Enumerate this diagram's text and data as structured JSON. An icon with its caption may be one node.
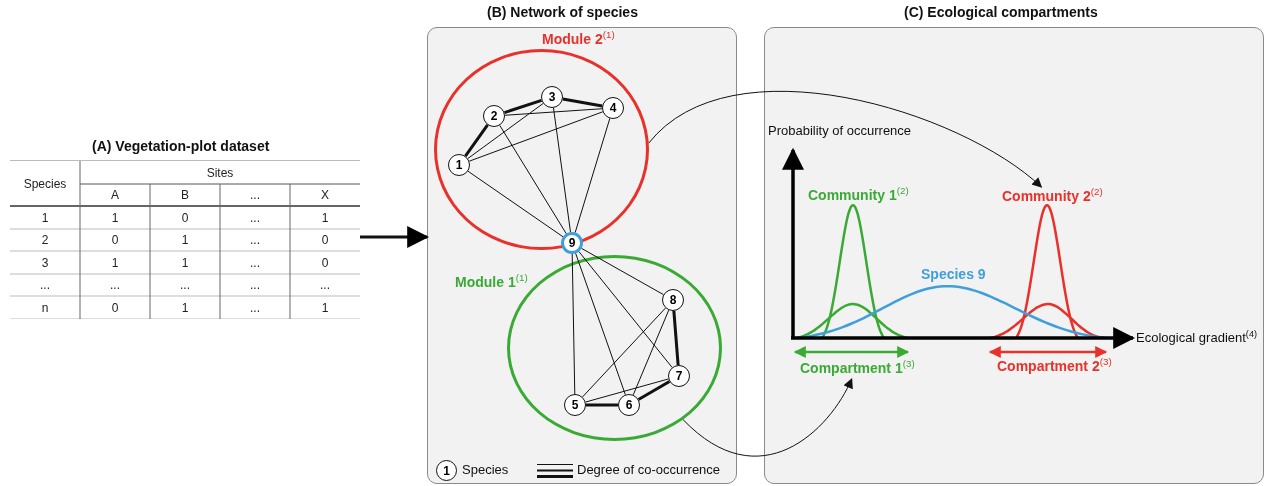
{
  "diagram": {
    "nodes": [
      {
        "text": [
          "(A) Vegetation-plot dataset"
        ]
      },
      {
        "text": [
          "(B) Network of species"
        ]
      },
      {
        "text": [
          "Module 2$^{(1)}$"
        ],
        "in": 1
      },
      {
        "text": [
          "1"
        ],
        "in": 2
      },
      {
        "text": [
          "2"
        ],
        "in": 2
      },
      {
        "text": [
          "3"
        ],
        "in": 2
      },
      {
        "text": [
          "4"
        ],
        "in": 2
      },
      {
        "text": [
          "9"
        ],
        "in": 1
      },
      {
        "text": [
          "Module 1$^{(1)}$"
        ],
        "in": 1
      },
      {
        "text": [
          "5"
        ],
        "in": 8
      },
      {
        "text": [
          "6"
        ],
        "in": 8
      },
      {
        "text": [
          "7"
        ],
        "in": 8
      },
      {
        "text": [
          "8"
        ],
        "in": 8
      },
      {
        "text": [
          "(C) Ecological compartments"
        ]
      },
      {
        "text": [
          "Community 2$^{(2)}$"
        ],
        "in": 13
      },
      {
        "text": [
          "Compartment 1$^{(3)}$"
        ],
        "in": 13
      }
    ],
    "edges": [
      {
        "from": 0,
        "to": 1,
        "arrow": "to",
        "style": "thick"
      },
      {
        "from": 3,
        "to": 4,
        "arrow": "none",
        "style": "thick"
      },
      {
        "from": 4,
        "to": 5,
        "arrow": "none",
        "style": "thick"
      },
      {
        "from": 5,
        "to": 6,
        "arrow": "none",
        "style": "thick"
      },
      {
        "from": 3,
        "to": 5,
        "arrow": "none"
      },
      {
        "from": 3,
        "to": 6,
        "arrow": "none"
      },
      {
        "from": 4,
        "to": 6,
        "arrow": "none"
      },
      {
        "from": 3,
        "to": 7,
        "arrow": "none"
      },
      {
        "from": 4,
        "to": 7,
        "arrow": "none"
      },
      {
        "from": 5,
        "to": 7,
        "arrow": "none"
      },
      {
        "from": 6,
        "to": 7,
        "arrow": "none"
      },
      {
        "from": 7,
        "to": 9,
        "arrow": "none"
      },
      {
        "from": 7,
        "to": 10,
        "arrow": "none"
      },
      {
        "from": 7,
        "to": 11,
        "arrow": "none"
      },
      {
        "from": 7,
        "to": 12,
        "arrow": "none"
      },
      {
        "from": 12,
        "to": 11,
        "arrow": "none",
        "style": "thick"
      },
      {
        "from": 11,
        "to": 10,
        "arrow": "none",
        "style": "thick"
      },
      {
        "from": 10,
        "to": 9,
        "arrow": "none",
        "style": "thick"
      },
      {
        "from": 9,
        "to": 12,
        "arrow": "none"
      },
      {
        "from": 10,
        "to": 12,
        "arrow": "none"
      },
      {
        "from": 9,
        "to": 11,
        "arrow": "none"
      },
      {
        "from": 2,
        "to": 14,
        "arrow": "to"
      },
      {
        "from": 8,
        "to": 15,
        "arrow": "to"
      }
    ],
    "labels": [
      "Species",
      "Sites",
      "A",
      "B",
      "...",
      "X",
      "1",
      "1",
      "0",
      "...",
      "1",
      "2",
      "0",
      "1",
      "...",
      "0",
      "3",
      "1",
      "1",
      "...",
      "0",
      "...",
      "...",
      "...",
      "...",
      "...",
      "n",
      "0",
      "1",
      "...",
      "1",
      "1",
      "Probability of occurrence",
      "Community 1$^{(2)}$",
      "Species 9",
      "Ecological gradient$^{(4)}$",
      "Compartment 2$^{(3)}$"
    ],
    "legend": [
      {
        "text": "Species"
      },
      {
        "text": "Degree of co-occurrence"
      }
    ]
  }
}
